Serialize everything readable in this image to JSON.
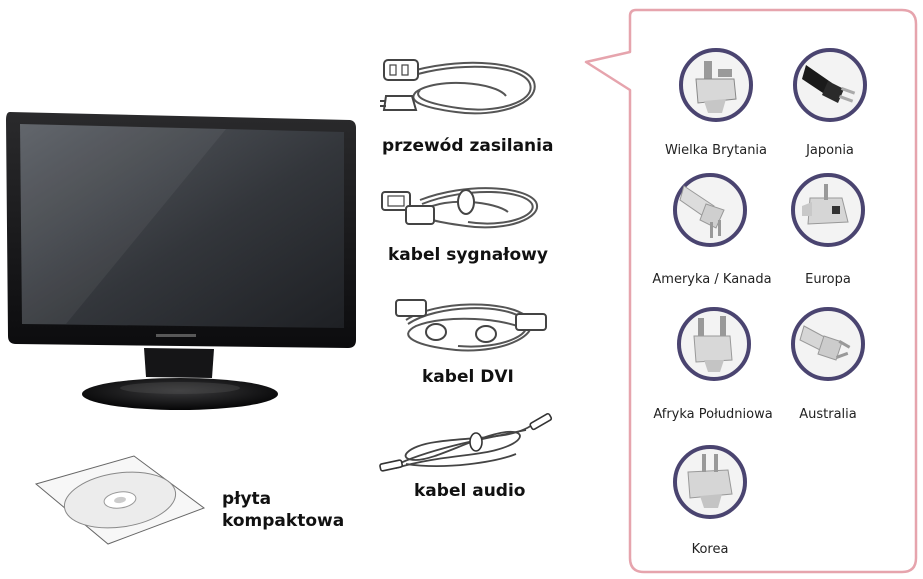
{
  "items": {
    "cd_label_line1": "płyta",
    "cd_label_line2": "kompaktowa",
    "power_cable_label": "przewód zasilania",
    "signal_cable_label": "kabel sygnałowy",
    "dvi_cable_label": "kabel DVI",
    "audio_cable_label": "kabel audio"
  },
  "plugs": [
    {
      "label": "Wielka Brytania"
    },
    {
      "label": "Japonia"
    },
    {
      "label": "Ameryka / Kanada"
    },
    {
      "label": "Europa"
    },
    {
      "label": "Afryka Południowa"
    },
    {
      "label": "Australia"
    },
    {
      "label": "Korea"
    }
  ],
  "colors": {
    "panel_border": "#e6a4ad",
    "plug_ring": "#4a4470"
  }
}
